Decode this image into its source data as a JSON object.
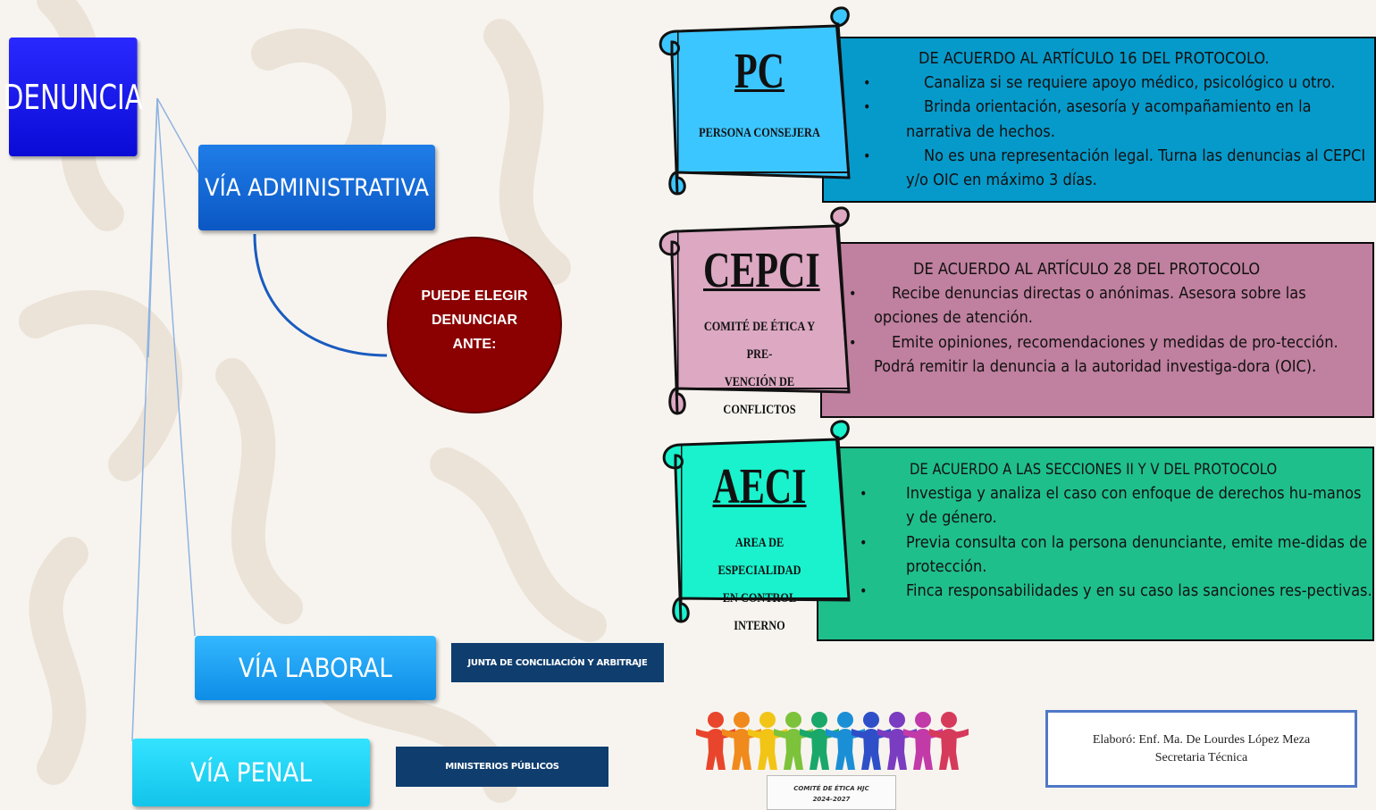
{
  "main_node": {
    "label": "DENUNCIA"
  },
  "routes": {
    "administrativa": "VÍA ADMINISTRATIVA",
    "laboral": "VÍA LABORAL",
    "penal": "VÍA PENAL"
  },
  "choice_circle": {
    "line1": "PUEDE ELEGIR",
    "line2": "DENUNCIAR",
    "line3": "ANTE:"
  },
  "authorities": {
    "laboral": "JUNTA DE CONCILIACIÓN Y ARBITRAJE",
    "penal": "MINISTERIOS PÚBLICOS"
  },
  "bodies": [
    {
      "abbr": "PC",
      "name_line1": "PERSONA CONSEJERA",
      "name_line2": "",
      "heading": "DE ACUERDO AL ARTÍCULO 16 DEL PROTOCOLO.",
      "points": [
        "Canaliza si se requiere apoyo médico, psicológico u otro.",
        "Brinda orientación, asesoría y acompañamiento en la narrativa de hechos.",
        "No es una representación legal. Turna las denuncias al CEPCI y/o OIC en máximo 3 días."
      ],
      "color": "#069acb",
      "scroll_color": "#3cc6ff"
    },
    {
      "abbr": "CEPCI",
      "name_line1": "COMITÉ DE ÉTICA Y PRE-",
      "name_line2": "VENCIÓN DE CONFLICTOS",
      "heading": "DE ACUERDO AL ARTÍCULO  28 DEL PROTOCOLO",
      "points": [
        "Recibe denuncias directas o anónimas. Asesora sobre las      opciones de atención.",
        "Emite opiniones, recomendaciones y medidas de pro-tección. Podrá remitir la denuncia a la autoridad investiga-dora (OIC)."
      ],
      "color": "#c0809f",
      "scroll_color": "#dca8c2"
    },
    {
      "abbr": "AECI",
      "name_line1": "AREA DE ESPECIALIDAD",
      "name_line2": "EN CONTROL INTERNO",
      "heading": "DE ACUERDO A LAS SECCIONES II Y V DEL PROTOCOLO",
      "points": [
        "Investiga y analiza el caso con enfoque de derechos hu-manos y de género.",
        "Previa consulta con la persona denunciante, emite me-didas de protección.",
        "Finca responsabilidades y en su caso las sanciones res-pectivas."
      ],
      "color": "#1fbf8c",
      "scroll_color": "#19f2cc"
    }
  ],
  "committee_label": {
    "line1": "COMITÉ DE ÉTICA HJC",
    "line2": "2024-2027"
  },
  "credit": {
    "line1": "Elaboró: Enf. Ma. De Lourdes López Meza",
    "line2": "Secretaria Técnica"
  }
}
